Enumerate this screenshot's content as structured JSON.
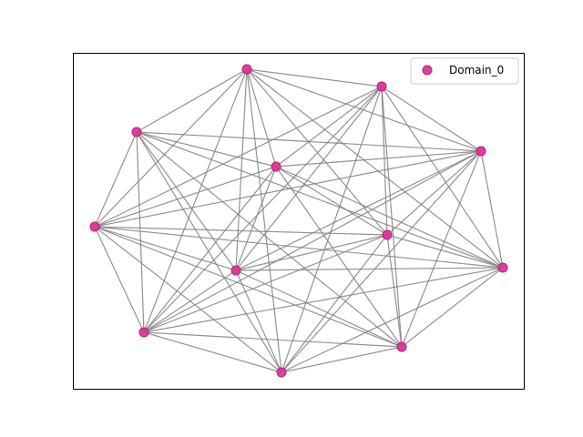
{
  "legend": {
    "label": "Domain_0"
  },
  "colors": {
    "node": "#d63a95",
    "edge": "#808080",
    "frame": "#000000"
  },
  "nodes": [
    {
      "id": 0,
      "label": ""
    },
    {
      "id": 1,
      "label": ""
    },
    {
      "id": 2,
      "label": ""
    },
    {
      "id": 3,
      "label": ""
    },
    {
      "id": 4,
      "label": ""
    },
    {
      "id": 5,
      "label": ""
    },
    {
      "id": 6,
      "label": ""
    },
    {
      "id": 7,
      "label": ""
    },
    {
      "id": 8,
      "label": ""
    },
    {
      "id": 9,
      "label": ""
    },
    {
      "id": 10,
      "label": ""
    }
  ],
  "edges": [
    [
      0,
      1
    ],
    [
      0,
      2
    ],
    [
      0,
      3
    ],
    [
      0,
      4
    ],
    [
      0,
      5
    ],
    [
      0,
      6
    ],
    [
      0,
      7
    ],
    [
      0,
      8
    ],
    [
      0,
      9
    ],
    [
      1,
      3
    ],
    [
      1,
      4
    ],
    [
      1,
      5
    ],
    [
      1,
      6
    ],
    [
      1,
      7
    ],
    [
      1,
      8
    ],
    [
      1,
      9
    ],
    [
      1,
      10
    ],
    [
      2,
      3
    ],
    [
      2,
      4
    ],
    [
      2,
      5
    ],
    [
      2,
      7
    ],
    [
      2,
      8
    ],
    [
      2,
      9
    ],
    [
      2,
      10
    ],
    [
      3,
      4
    ],
    [
      3,
      5
    ],
    [
      3,
      6
    ],
    [
      3,
      7
    ],
    [
      3,
      8
    ],
    [
      3,
      9
    ],
    [
      3,
      10
    ],
    [
      4,
      5
    ],
    [
      4,
      6
    ],
    [
      4,
      7
    ],
    [
      4,
      8
    ],
    [
      4,
      9
    ],
    [
      4,
      10
    ],
    [
      5,
      6
    ],
    [
      5,
      7
    ],
    [
      5,
      8
    ],
    [
      5,
      9
    ],
    [
      5,
      10
    ],
    [
      6,
      7
    ],
    [
      6,
      8
    ],
    [
      6,
      9
    ],
    [
      6,
      10
    ],
    [
      7,
      8
    ],
    [
      7,
      9
    ],
    [
      7,
      10
    ],
    [
      8,
      9
    ],
    [
      8,
      10
    ],
    [
      9,
      10
    ]
  ]
}
